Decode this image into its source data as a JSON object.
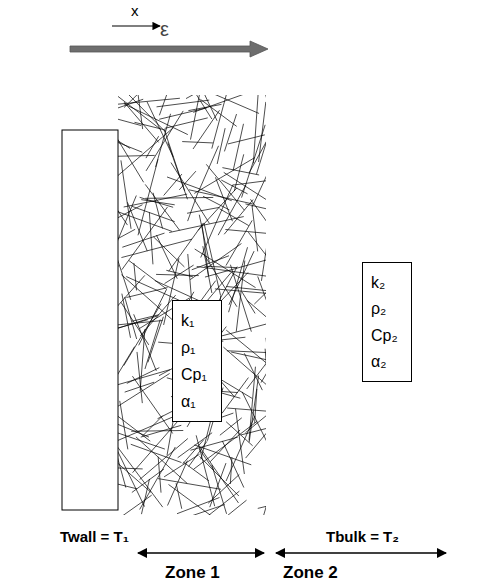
{
  "diagram": {
    "nodes": [
      {
        "text": [
          "k₁",
          "ρ₁",
          "Cp₁",
          "α₁"
        ]
      },
      {
        "text": [
          "k₂",
          "ρ₂",
          "Cp₂",
          "α₂"
        ]
      }
    ],
    "labels": [
      "x",
      "ε",
      "Twall = T₁",
      "Tbulk = T₂",
      "Zone 1",
      "Zone 2"
    ]
  }
}
